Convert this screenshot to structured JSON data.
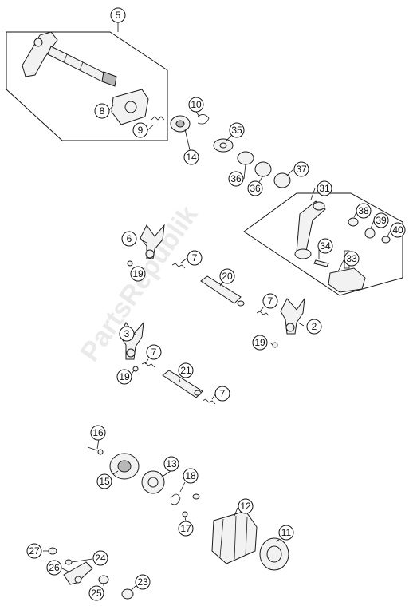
{
  "watermark": "PartsRepublik",
  "colors": {
    "line": "#111111",
    "part_fill": "#f2f2f2",
    "part_shade": "#b8b8b8",
    "background": "#ffffff"
  },
  "callouts": {
    "c5": "5",
    "c8": "8",
    "c9": "9",
    "c10": "10",
    "c14": "14",
    "c35": "35",
    "c36a": "36",
    "c36b": "36",
    "c37": "37",
    "c31": "31",
    "c38": "38",
    "c39": "39",
    "c40": "40",
    "c34": "34",
    "c33": "33",
    "c6": "6",
    "c7a": "7",
    "c19a": "19",
    "c20": "20",
    "c7b": "7",
    "c2": "2",
    "c19b": "19",
    "c3": "3",
    "c7c": "7",
    "c19c": "19",
    "c21": "21",
    "c7d": "7",
    "c16": "16",
    "c15": "15",
    "c13": "13",
    "c18": "18",
    "c12": "12",
    "c17": "17",
    "c11": "11",
    "c27": "27",
    "c24": "24",
    "c26": "26",
    "c25": "25",
    "c23": "23"
  }
}
